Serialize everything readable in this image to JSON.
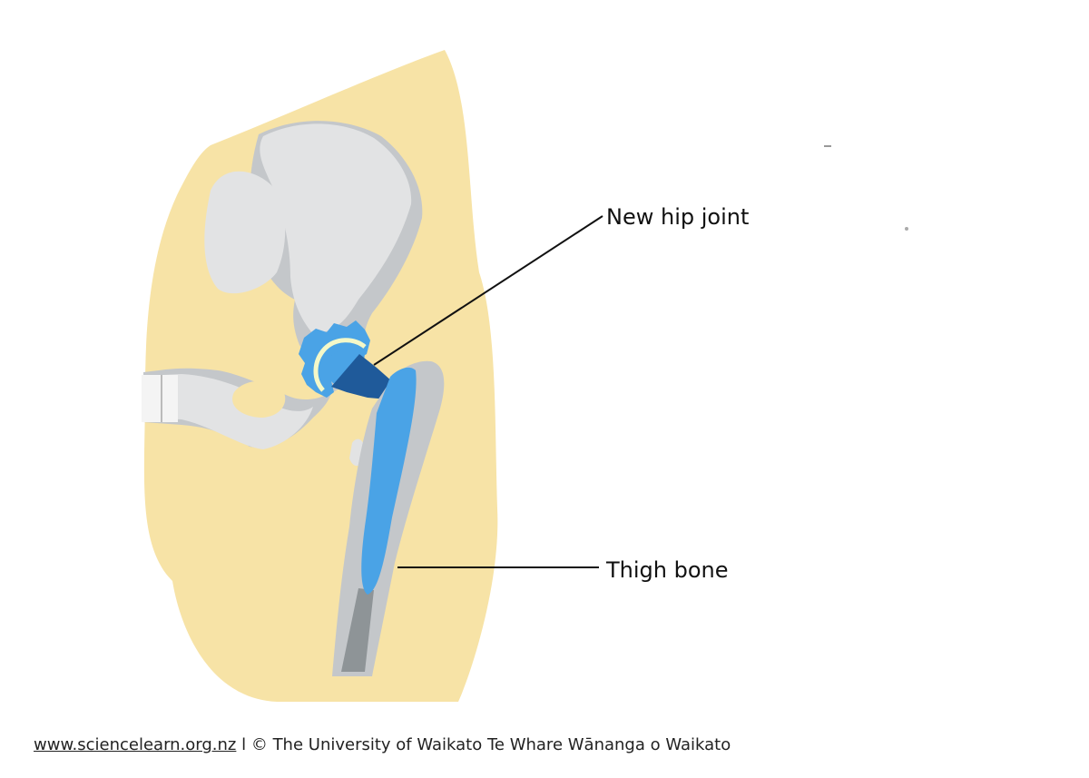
{
  "labels": {
    "new_hip_joint": "New hip joint",
    "thigh_bone": "Thigh bone"
  },
  "credit": {
    "link_text": "www.sciencelearn.org.nz",
    "separator": " l ",
    "text": "© The University of Waikato Te Whare Wānanga o Waikato"
  },
  "colors": {
    "body": "#f7e3a6",
    "bone": "#e2e3e4",
    "bone_marrow": "#c4c7ca",
    "implant_light": "#4aa3e6",
    "implant_dark": "#1f5a9a",
    "liner": "#f4f8c8"
  }
}
